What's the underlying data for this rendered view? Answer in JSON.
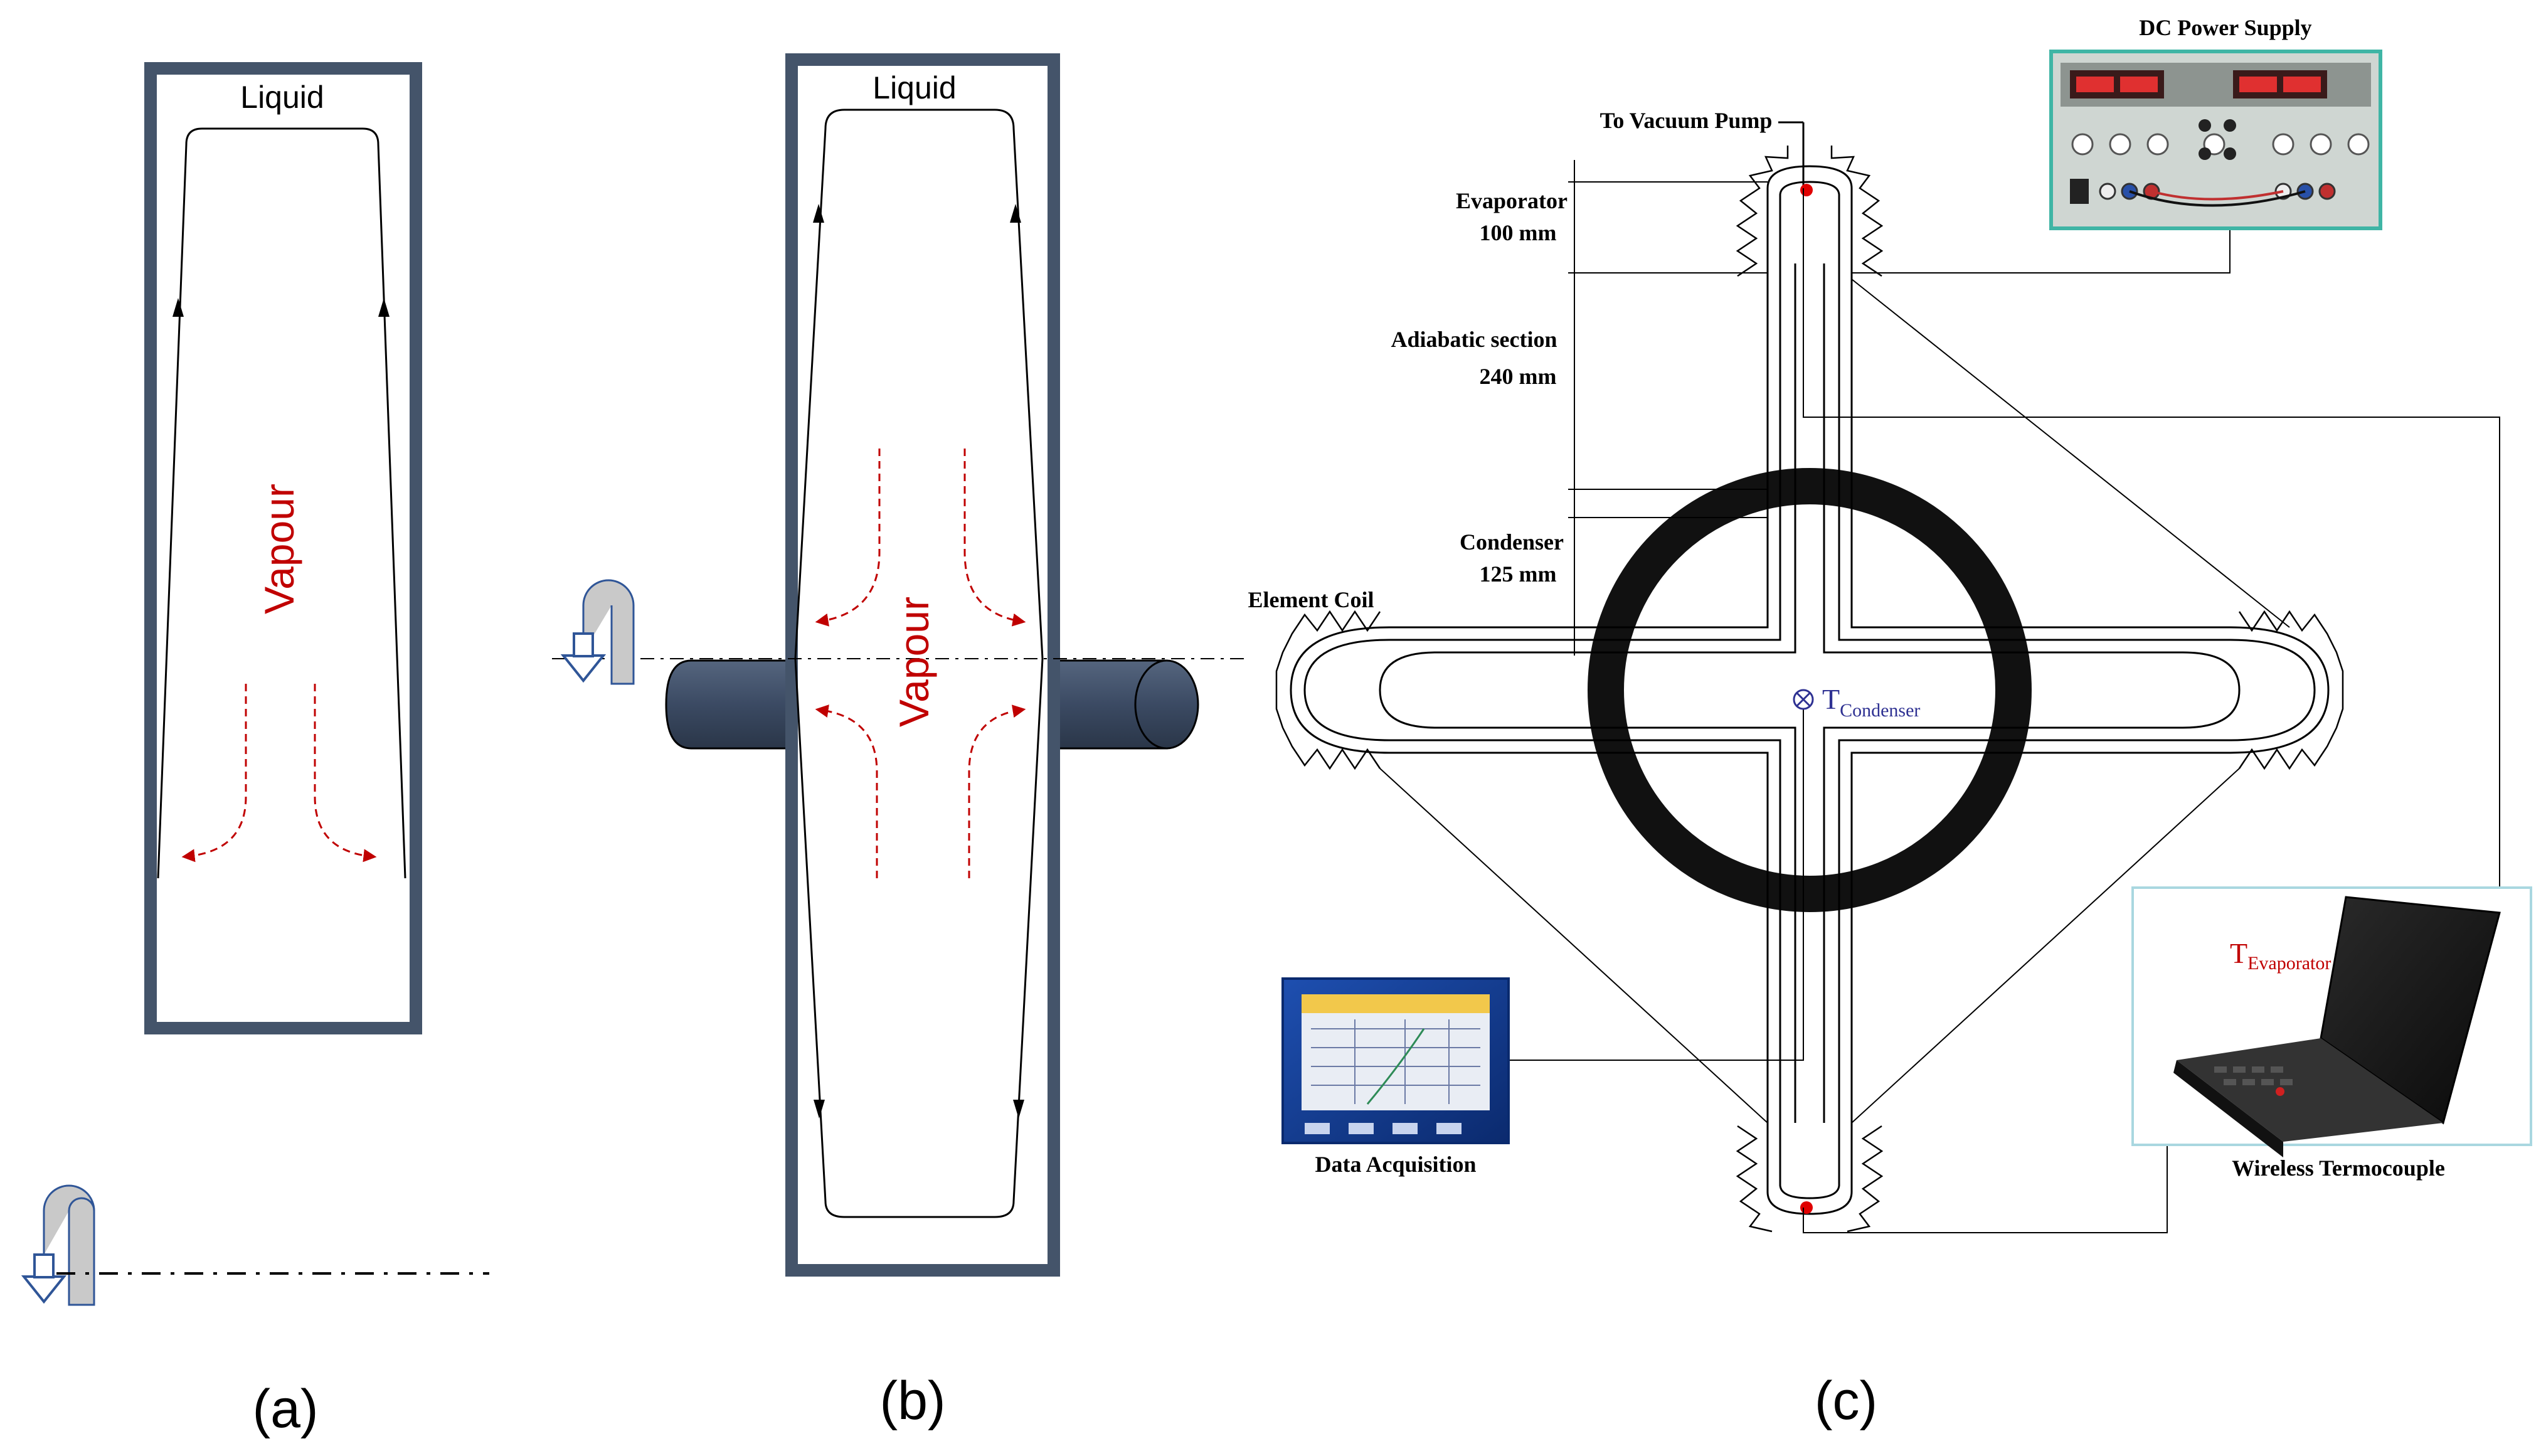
{
  "panel_a": {
    "liquid_label": "Liquid",
    "vapour_label": "Vapour",
    "caption": "(a)"
  },
  "panel_b": {
    "liquid_label": "Liquid",
    "vapour_label": "Vapour",
    "caption": "(b)"
  },
  "panel_c": {
    "caption": "(c)",
    "dc_power_supply_label": "DC Power Supply",
    "vacuum_pump_label": "To Vacuum Pump",
    "evaporator_label": "Evaporator",
    "evaporator_length": "100 mm",
    "adiabatic_label": "Adiabatic section",
    "adiabatic_length": "240 mm",
    "condenser_label": "Condenser",
    "condenser_length": "125 mm",
    "element_coil_label": "Element Coil",
    "t_condenser_main": "T",
    "t_condenser_sub": "Condenser",
    "t_evaporator_main": "T",
    "t_evaporator_sub": "Evaporator",
    "data_acquisition_label": "Data Acquisition",
    "wireless_label": "Wireless Termocouple"
  },
  "colors": {
    "frame": "#44546a",
    "vapour": "#c00000",
    "shaft": "#3b4a63",
    "rotation_arrow": "#2f5597",
    "wheel": "#111111",
    "t_condenser": "#2e3192",
    "t_evaporator": "#c00000"
  }
}
